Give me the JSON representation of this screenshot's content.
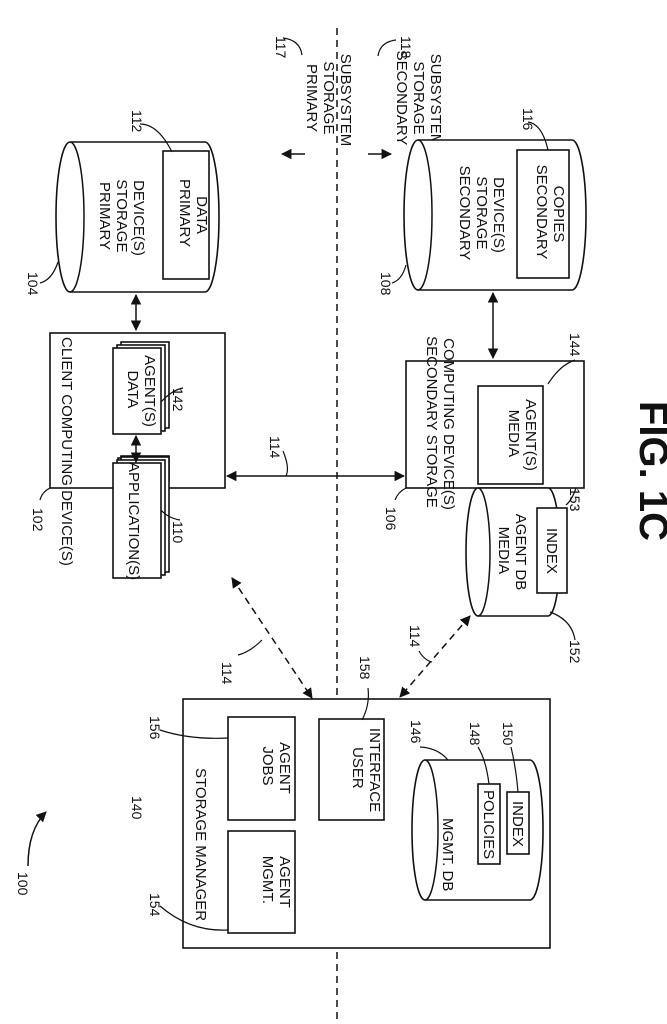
{
  "figure_label": "FIG. 1C",
  "ref_100": "100",
  "subsystems": {
    "primary": {
      "ref": "117",
      "line1": "PRIMARY",
      "line2": "STORAGE",
      "line3": "SUBSYSTEM"
    },
    "secondary": {
      "ref": "118",
      "line1": "SECONDARY",
      "line2": "STORAGE",
      "line3": "SUBSYSTEM"
    }
  },
  "primary_storage": {
    "ref": "104",
    "line1": "PRIMARY",
    "line2": "STORAGE",
    "line3": "DEVICE(S)",
    "data_ref": "112",
    "data_line1": "PRIMARY",
    "data_line2": "DATA"
  },
  "secondary_storage": {
    "ref": "108",
    "line1": "SECONDARY",
    "line2": "STORAGE",
    "line3": "DEVICE(S)",
    "copies_ref": "116",
    "copies_line1": "SECONDARY",
    "copies_line2": "COPIES"
  },
  "client": {
    "ref": "102",
    "title": "CLIENT COMPUTING DEVICE(S)",
    "applications": "APPLICATION(S)",
    "applications_ref": "110",
    "data_agent_line1": "DATA",
    "data_agent_line2": "AGENT(S)",
    "data_agent_ref": "142"
  },
  "secondary_device": {
    "ref": "106",
    "title_line1": "SECONDARY STORAGE",
    "title_line2": "COMPUTING DEVICE(S)",
    "media_agent_line1": "MEDIA",
    "media_agent_line2": "AGENT(S)",
    "media_agent_ref": "144",
    "db_line1": "MEDIA",
    "db_line2": "AGENT DB",
    "db_ref": "152",
    "index": "INDEX",
    "index_ref": "153"
  },
  "storage_manager": {
    "ref": "140",
    "title": "STORAGE MANAGER",
    "mgmt_agent_line1": "MGMT.",
    "mgmt_agent_line2": "AGENT",
    "mgmt_agent_ref": "154",
    "jobs_agent_line1": "JOBS",
    "jobs_agent_line2": "AGENT",
    "jobs_agent_ref": "156",
    "ui_line1": "USER",
    "ui_line2": "INTERFACE",
    "ui_ref": "158",
    "db_title": "MGMT. DB",
    "db_ref": "146",
    "policies": "POLICIES",
    "policies_ref": "148",
    "index": "INDEX",
    "index_ref": "150"
  },
  "connections": {
    "ref_a": "114",
    "ref_b": "114",
    "ref_c": "114"
  }
}
